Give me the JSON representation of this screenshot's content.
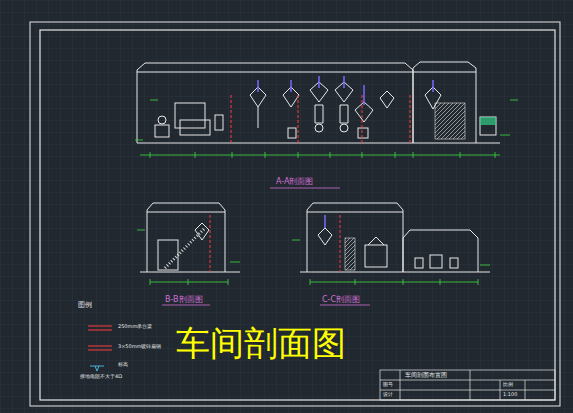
{
  "diagram": {
    "caption": "车间剖面图",
    "labels": [
      "A-A剖面图",
      "B-B剖面图",
      "C-C剖面图",
      "图例",
      "接地电阻不大于4Ω",
      "车间剖面布置图",
      "图号",
      "设计",
      "比例",
      "1:100"
    ],
    "legend": [
      {
        "text": "250mm承台梁"
      },
      {
        "text": "3×50mm镀锌扁钢"
      },
      {
        "text": "标高"
      }
    ]
  }
}
